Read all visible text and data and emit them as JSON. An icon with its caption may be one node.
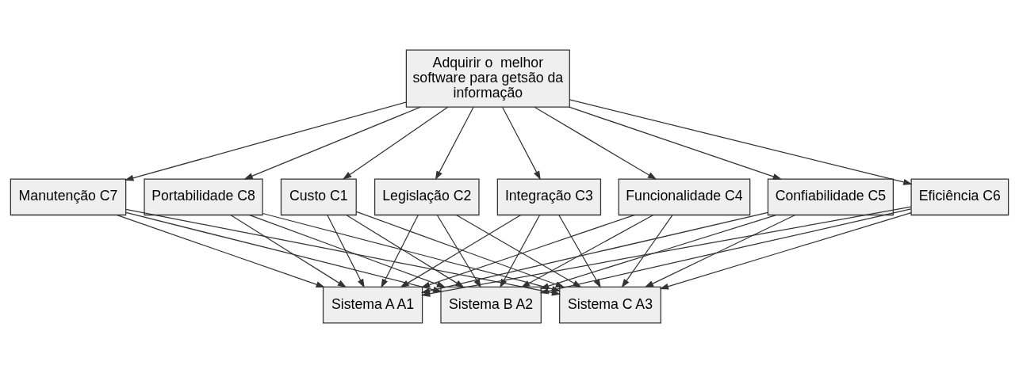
{
  "diagram": {
    "nodes": [
      {
        "text": [
          "Adquirir o  melhor software para getsão da informação"
        ]
      },
      {
        "text": [
          "Custo C1"
        ]
      },
      {
        "text": [
          "Legislação C2"
        ]
      },
      {
        "text": [
          "Integração C3"
        ]
      },
      {
        "text": [
          "Funcionalidade C4"
        ]
      },
      {
        "text": [
          "Confiabilidade C5"
        ]
      },
      {
        "text": [
          "Eficiência C6"
        ]
      },
      {
        "text": [
          "Manutenção C7"
        ]
      },
      {
        "text": [
          "Portabilidade C8"
        ]
      },
      {
        "text": [
          "Sistema A A1"
        ]
      },
      {
        "text": [
          "Sistema B A2"
        ]
      },
      {
        "text": [
          "Sistema C A3"
        ]
      }
    ],
    "edges": [
      {
        "from": 0,
        "to": 1,
        "arrow": "to"
      },
      {
        "from": 0,
        "to": 2,
        "arrow": "to"
      },
      {
        "from": 0,
        "to": 3,
        "arrow": "to"
      },
      {
        "from": 0,
        "to": 4,
        "arrow": "to"
      },
      {
        "from": 0,
        "to": 5,
        "arrow": "to"
      },
      {
        "from": 0,
        "to": 6,
        "arrow": "to"
      },
      {
        "from": 0,
        "to": 7,
        "arrow": "to"
      },
      {
        "from": 0,
        "to": 8,
        "arrow": "to"
      },
      {
        "from": 1,
        "to": 9,
        "arrow": "to"
      },
      {
        "from": 1,
        "to": 10,
        "arrow": "to"
      },
      {
        "from": 1,
        "to": 11,
        "arrow": "to"
      },
      {
        "from": 2,
        "to": 9,
        "arrow": "to"
      },
      {
        "from": 2,
        "to": 10,
        "arrow": "to"
      },
      {
        "from": 2,
        "to": 11,
        "arrow": "to"
      },
      {
        "from": 3,
        "to": 9,
        "arrow": "to"
      },
      {
        "from": 3,
        "to": 10,
        "arrow": "to"
      },
      {
        "from": 3,
        "to": 11,
        "arrow": "to"
      },
      {
        "from": 4,
        "to": 9,
        "arrow": "to"
      },
      {
        "from": 4,
        "to": 10,
        "arrow": "to"
      },
      {
        "from": 4,
        "to": 11,
        "arrow": "to"
      },
      {
        "from": 5,
        "to": 9,
        "arrow": "to"
      },
      {
        "from": 5,
        "to": 10,
        "arrow": "to"
      },
      {
        "from": 5,
        "to": 11,
        "arrow": "to"
      },
      {
        "from": 6,
        "to": 9,
        "arrow": "to"
      },
      {
        "from": 6,
        "to": 10,
        "arrow": "to"
      },
      {
        "from": 6,
        "to": 11,
        "arrow": "to"
      },
      {
        "from": 7,
        "to": 9,
        "arrow": "to"
      },
      {
        "from": 7,
        "to": 10,
        "arrow": "to"
      },
      {
        "from": 7,
        "to": 11,
        "arrow": "to"
      },
      {
        "from": 8,
        "to": 9,
        "arrow": "to"
      },
      {
        "from": 8,
        "to": 10,
        "arrow": "to"
      },
      {
        "from": 8,
        "to": 11,
        "arrow": "to"
      }
    ]
  }
}
